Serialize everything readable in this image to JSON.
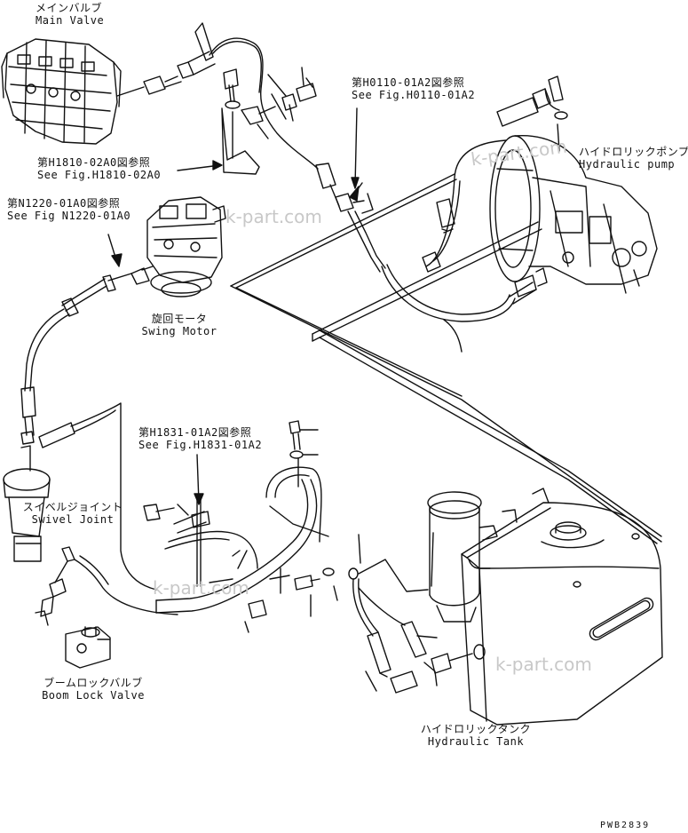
{
  "labels": {
    "main_valve": {
      "jp": "メインバルブ",
      "en": "Main Valve"
    },
    "ref_h1810": {
      "jp": "第H1810-02A0図参照",
      "en": "See Fig.H1810-02A0"
    },
    "ref_n1220": {
      "jp": "第N1220-01A0図参照",
      "en": "See Fig N1220-01A0"
    },
    "ref_h0110": {
      "jp": "第H0110-01A2図参照",
      "en": "See Fig.H0110-01A2"
    },
    "hydraulic_pump": {
      "jp": "ハイドロリックポンプ",
      "en": "Hydraulic pump"
    },
    "swing_motor": {
      "jp": "旋回モータ",
      "en": "Swing Motor"
    },
    "ref_h1831": {
      "jp": "第H1831-01A2図参照",
      "en": "See Fig.H1831-01A2"
    },
    "swivel_joint": {
      "jp": "スイベルジョイント",
      "en": "Swivel Joint"
    },
    "boom_lock_valve": {
      "jp": "ブームロックバルブ",
      "en": "Boom Lock Valve"
    },
    "hydraulic_tank": {
      "jp": "ハイドロリックタンク",
      "en": "Hydraulic Tank"
    }
  },
  "watermark": "k-part.com",
  "drawing_code": "PWB2839"
}
